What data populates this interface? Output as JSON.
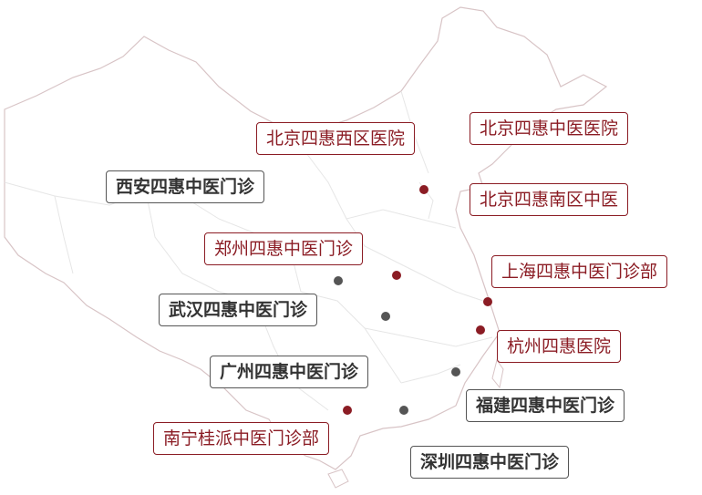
{
  "colors": {
    "red": "#8b1c24",
    "gray": "#555555",
    "border_lines": "#d8c4c6",
    "province_lines": "#e6e6e6"
  },
  "map": {
    "labels": {
      "beijing_west": "北京四惠西区医院",
      "beijing_tcm": "北京四惠中医医院",
      "xian": "西安四惠中医门诊",
      "beijing_south": "北京四惠南区中医",
      "zhengzhou": "郑州四惠中医门诊",
      "shanghai": "上海四惠中医门诊部",
      "wuhan": "武汉四惠中医门诊",
      "hangzhou": "杭州四惠医院",
      "guangzhou": "广州四惠中医门诊",
      "fujian": "福建四惠中医门诊",
      "nanning": "南宁桂派中医门诊部",
      "shenzhen": "深圳四惠中医门诊"
    }
  }
}
